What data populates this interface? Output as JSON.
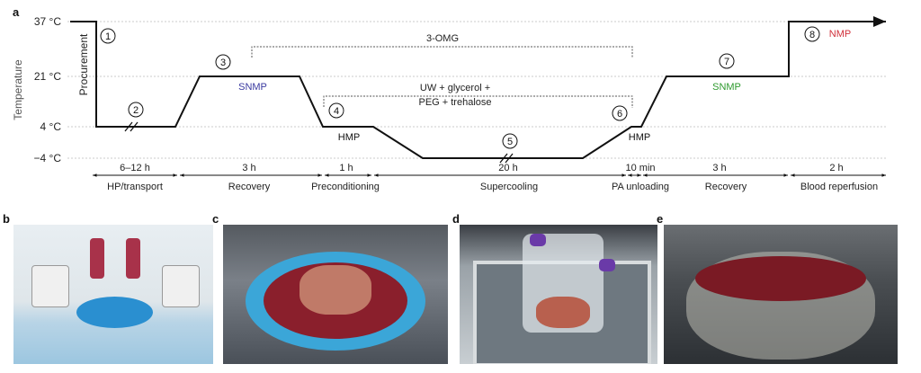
{
  "panel_labels": [
    "a",
    "b",
    "c",
    "d",
    "e"
  ],
  "axis": {
    "ylabel": "Temperature",
    "ticks": [
      "37 °C",
      "21 °C",
      "4 °C",
      "−4 °C"
    ]
  },
  "procurement": "Procurement",
  "steps": [
    "1",
    "2",
    "3",
    "4",
    "5",
    "6",
    "7",
    "8"
  ],
  "modes": {
    "snmp1": "SNMP",
    "hmp1": "HMP",
    "hmp2": "HMP",
    "snmp2": "SNMP",
    "nmp": "NMP"
  },
  "agents": {
    "omg": "3-OMG",
    "uw_line1": "UW + glycerol +",
    "uw_line2": "PEG + trehalose"
  },
  "phases": [
    {
      "duration": "6–12 h",
      "name": "HP/transport"
    },
    {
      "duration": "3 h",
      "name": "Recovery"
    },
    {
      "duration": "1 h",
      "name": "Preconditioning"
    },
    {
      "duration": "20 h",
      "name": "Supercooling"
    },
    {
      "duration": "10 min",
      "name": "PA unloading"
    },
    {
      "duration": "3 h",
      "name": "Recovery"
    },
    {
      "duration": "2 h",
      "name": "Blood reperfusion"
    }
  ],
  "colors": {
    "snmp1": "#3a3aa0",
    "snmp2": "#2e9a2e",
    "nmp": "#d0303a"
  }
}
